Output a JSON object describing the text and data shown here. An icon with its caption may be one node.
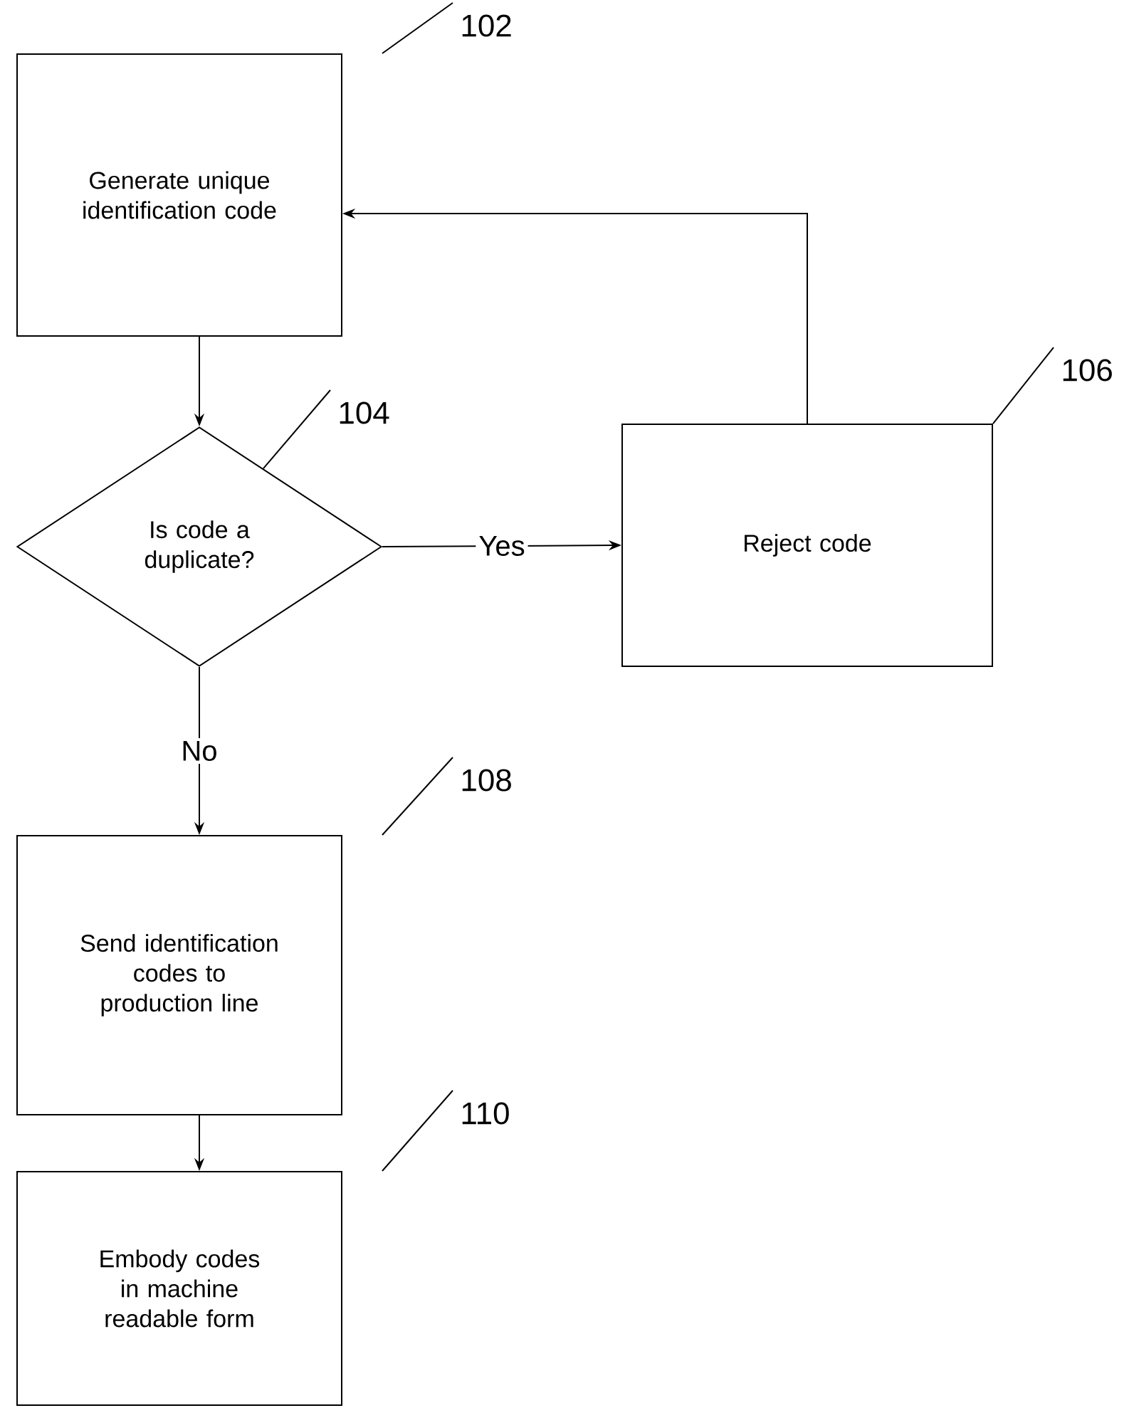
{
  "diagram": {
    "nodes": [
      {
        "text": [
          "102"
        ]
      },
      {
        "text": [
          "Generate unique identification code"
        ]
      },
      {
        "text": [
          "104"
        ]
      },
      {
        "text": [
          "Is code a duplicate?"
        ]
      },
      {
        "text": [
          "106"
        ]
      },
      {
        "text": [
          "Reject code"
        ]
      },
      {
        "text": [
          "108"
        ]
      },
      {
        "text": [
          "Send identification codes to production line"
        ]
      },
      {
        "text": [
          "110"
        ]
      },
      {
        "text": [
          "Embody codes in machine readable form"
        ]
      }
    ],
    "edges": [
      {
        "from": 1,
        "to": 3,
        "arrow": "to"
      },
      {
        "from": 3,
        "to": 5,
        "arrow": "to",
        "label": "Yes"
      },
      {
        "from": 5,
        "to": 1,
        "arrow": "to"
      },
      {
        "from": 3,
        "to": 7,
        "arrow": "to",
        "label": "No"
      },
      {
        "from": 7,
        "to": 9,
        "arrow": "to"
      },
      {
        "from": 0,
        "to": 1,
        "arrow": "none"
      },
      {
        "from": 2,
        "to": 3,
        "arrow": "none"
      },
      {
        "from": 4,
        "to": 5,
        "arrow": "none"
      },
      {
        "from": 6,
        "to": 7,
        "arrow": "none"
      },
      {
        "from": 8,
        "to": 9,
        "arrow": "none"
      }
    ]
  }
}
